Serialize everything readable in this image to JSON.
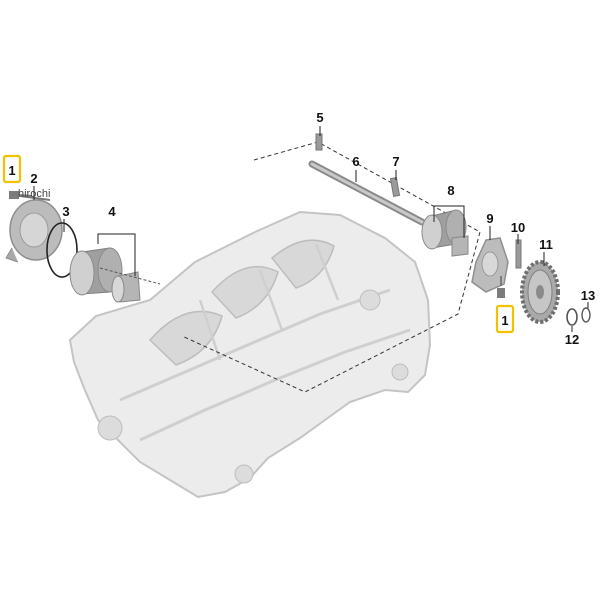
{
  "watermark": "hirochi",
  "colors": {
    "highlight": "#f2c200",
    "part_fill": "#e6e6e6",
    "part_stroke": "#bdbdbd",
    "dark_part": "#8a8a8a"
  },
  "callouts": {
    "c1a": "1",
    "c1b": "1",
    "c2": "2",
    "c3": "3",
    "c4": "4",
    "c5": "5",
    "c6": "6",
    "c7": "7",
    "c8": "8",
    "c9": "9",
    "c10": "10",
    "c11": "11",
    "c12": "12",
    "c13": "13"
  }
}
